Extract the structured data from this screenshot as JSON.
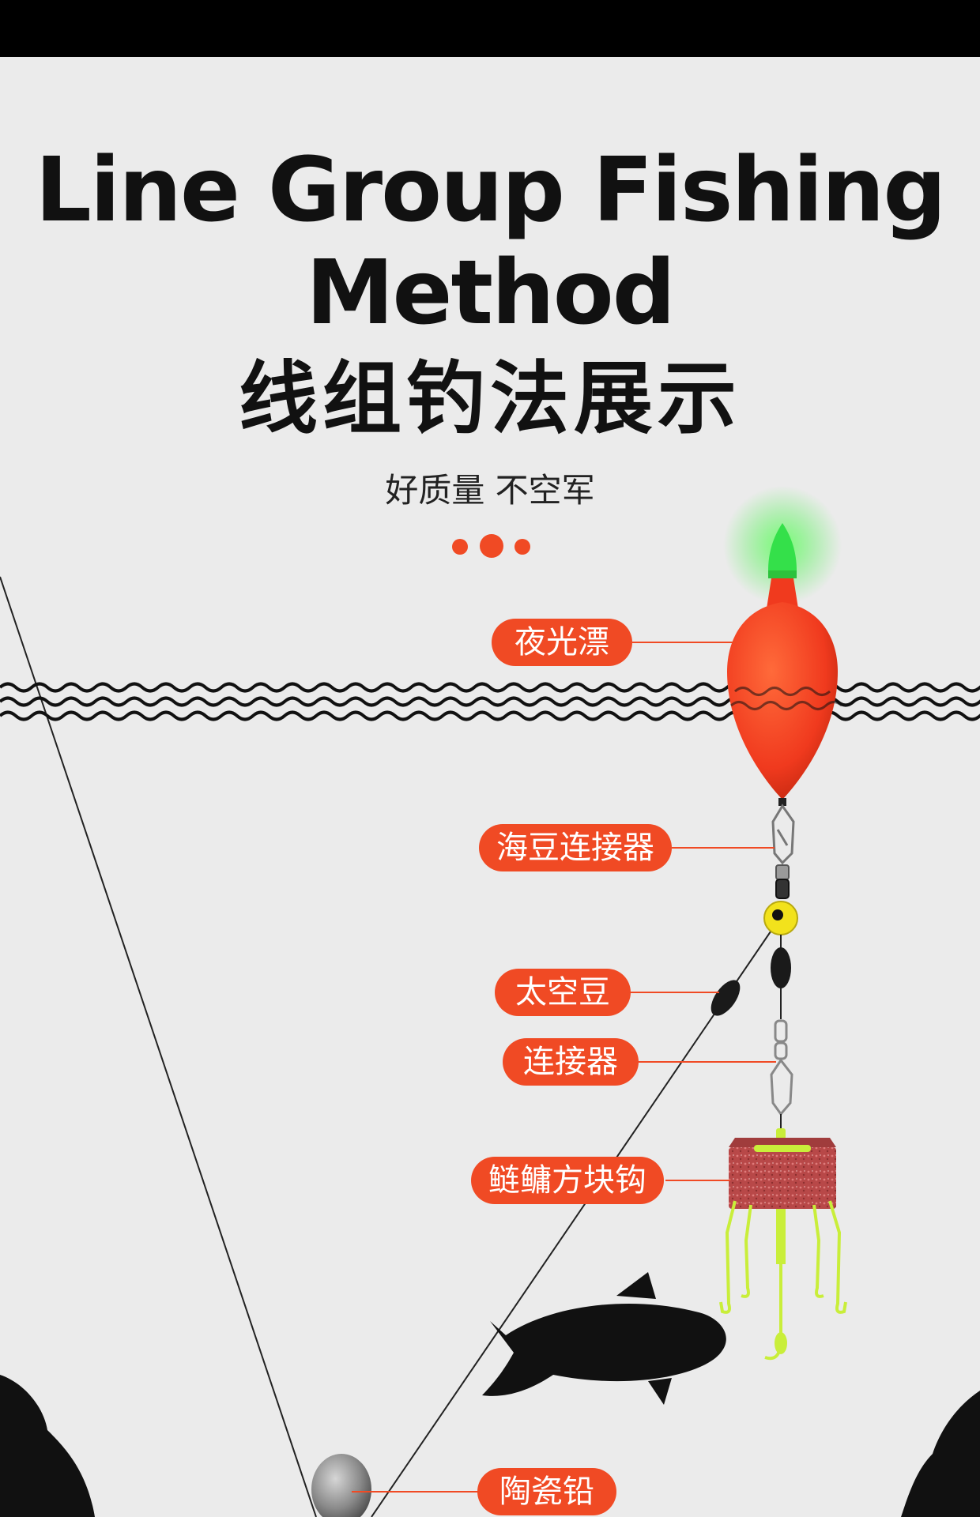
{
  "header": {
    "title_line1": "Line Group Fishing",
    "title_line2": "Method",
    "title_cn": "线组钓法展示",
    "subtitle": "好质量 不空军"
  },
  "labels": {
    "float": "夜光漂",
    "connector_sea_bean": "海豆连接器",
    "space_bean": "太空豆",
    "connector": "连接器",
    "hook": "鲢鳙方块钩",
    "sinker": "陶瓷铅"
  },
  "colors": {
    "background": "#ebebeb",
    "accent": "#f04a24",
    "text": "#111111",
    "float_red": "#f03a1e",
    "glow_green": "#3ee04a",
    "hook_yellow_green": "#c9ee3a"
  },
  "icons": [
    "fish-silhouette-icon",
    "wave-lines-icon",
    "night-float-icon",
    "swivel-icon",
    "bead-icon",
    "block-hook-icon",
    "ceramic-sinker-icon"
  ]
}
